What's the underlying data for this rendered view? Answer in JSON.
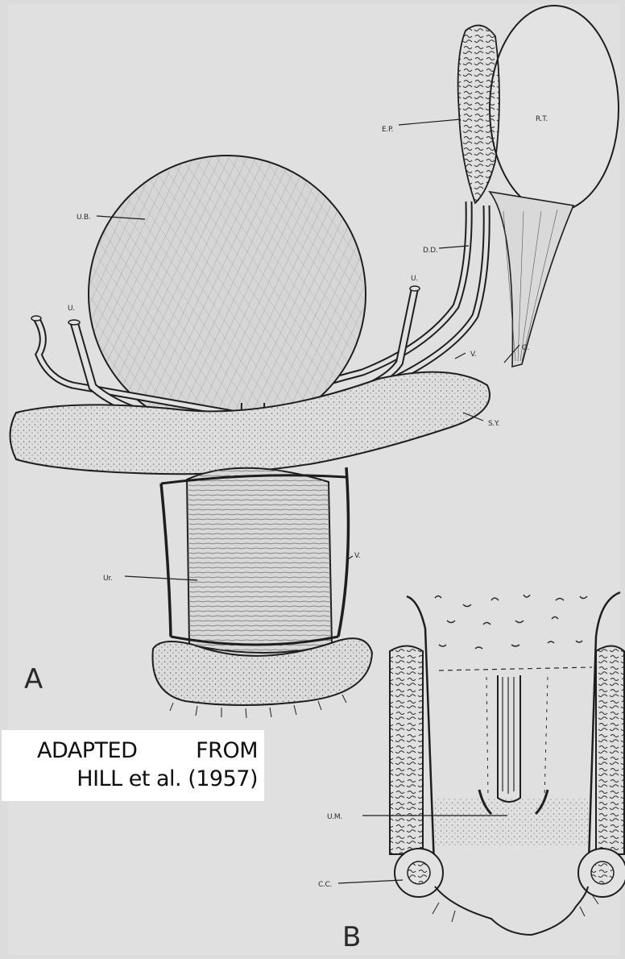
{
  "figure": {
    "panel_a_letter": "A",
    "panel_b_letter": "B",
    "panel_a_labels": {
      "rt": "R.T.",
      "ep": "E.P.",
      "ub": "U.B.",
      "dd": "D.D.",
      "u_left": "U.",
      "u_right": "U.",
      "v_upper": "V.",
      "g": "G.",
      "sy": "S.Y.",
      "v_lower": "V.",
      "ur": "Ur."
    },
    "panel_b_labels": {
      "um": "U.M.",
      "cc": "C.C."
    }
  },
  "credit": {
    "line1_left": "ADAPTED",
    "line1_right": "FROM",
    "line2": "HILL  et al. (1957)"
  }
}
